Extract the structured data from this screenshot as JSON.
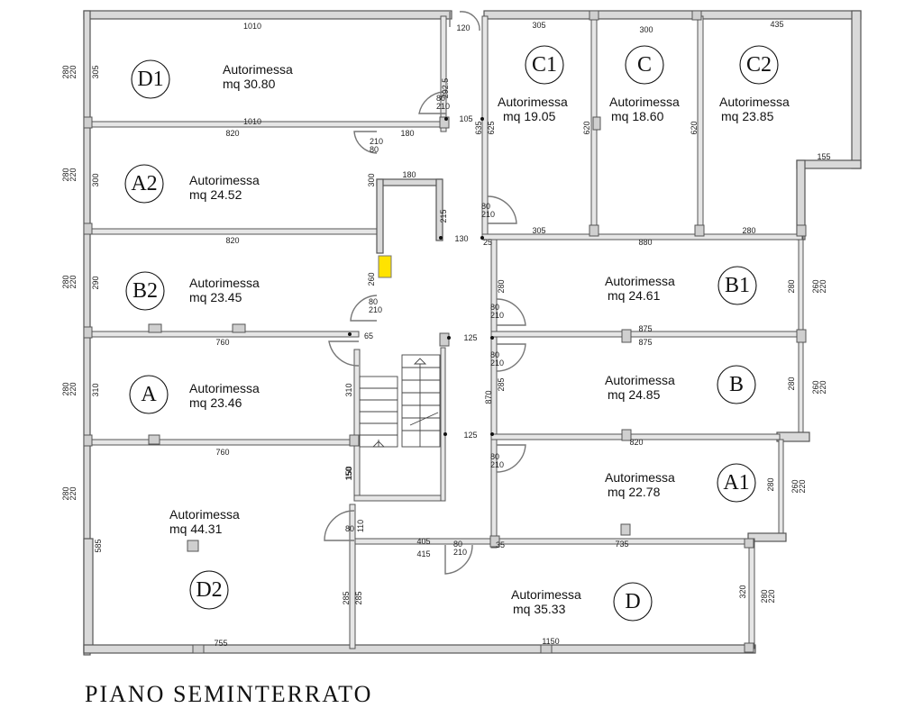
{
  "rooms": [
    {
      "id": "D1",
      "label": "Autorimessa",
      "area": "mq 30.80"
    },
    {
      "id": "A2",
      "label": "Autorimessa",
      "area": "mq 24.52"
    },
    {
      "id": "B2",
      "label": "Autorimessa",
      "area": "mq 23.45"
    },
    {
      "id": "A",
      "label": "Autorimessa",
      "area": "mq 23.46"
    },
    {
      "id": "D2",
      "label": "Autorimessa",
      "area": "mq 44.31"
    },
    {
      "id": "C1",
      "label": "Autorimessa",
      "area": "mq 19.05"
    },
    {
      "id": "C",
      "label": "Autorimessa",
      "area": "mq 18.60"
    },
    {
      "id": "C2",
      "label": "Autorimessa",
      "area": "mq 23.85"
    },
    {
      "id": "B1",
      "label": "Autorimessa",
      "area": "mq 24.61"
    },
    {
      "id": "B",
      "label": "Autorimessa",
      "area": "mq 24.85"
    },
    {
      "id": "A1",
      "label": "Autorimessa",
      "area": "mq 22.78"
    },
    {
      "id": "D",
      "label": "Autorimessa",
      "area": "mq 35.33"
    }
  ],
  "dimensions": [
    "1010",
    "1010",
    "820",
    "180",
    "820",
    "760",
    "760",
    "755",
    "1150",
    "405",
    "415",
    "735",
    "305",
    "300",
    "435",
    "305",
    "880",
    "280",
    "875",
    "875",
    "820",
    "155",
    "180",
    "125",
    "125",
    "130",
    "105",
    "25",
    "35",
    "65",
    "305",
    "292.5",
    "300",
    "290",
    "310",
    "310",
    "585",
    "285",
    "285",
    "150",
    "260",
    "215",
    "300",
    "635",
    "625",
    "620",
    "620",
    "280",
    "280",
    "280",
    "280",
    "285",
    "870",
    "320",
    "150",
    "110",
    "120"
  ],
  "door_dims": [
    "80",
    "210"
  ],
  "height_labels": [
    "280",
    "220",
    "260"
  ],
  "footer_title": "PIANO SEMINTERRATO"
}
